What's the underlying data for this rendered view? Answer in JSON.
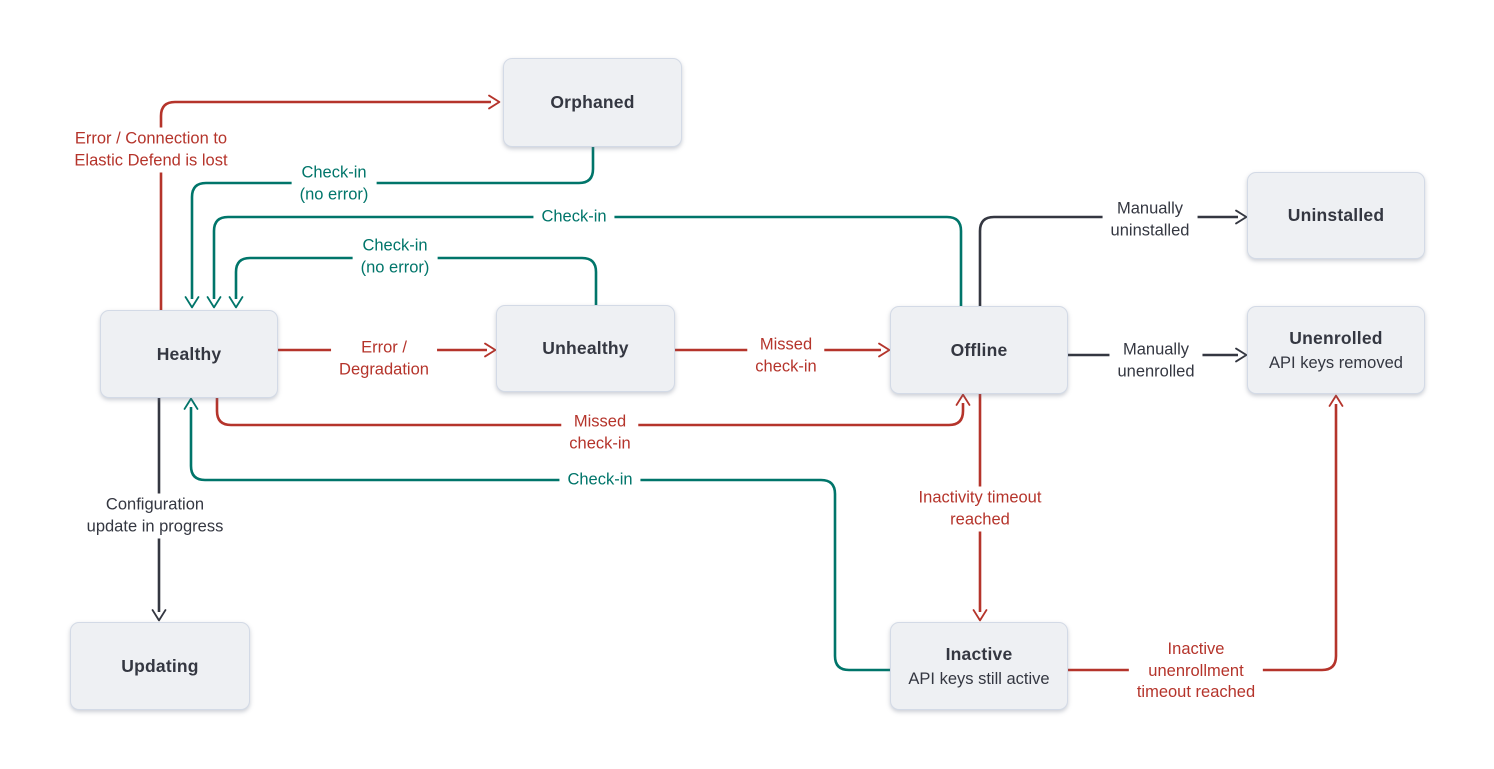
{
  "diagram": {
    "kind": "state-transition-diagram",
    "subject": "agent lifecycle states"
  },
  "colors": {
    "error": "#b5342b",
    "success": "#00756a",
    "neutral": "#343741",
    "node_fill": "#eef0f3",
    "node_border": "#d3dae6",
    "node_text": "#343741",
    "background": "#ffffff"
  },
  "nodes": {
    "orphaned": {
      "label": "Orphaned"
    },
    "uninstalled": {
      "label": "Uninstalled"
    },
    "healthy": {
      "label": "Healthy"
    },
    "unhealthy": {
      "label": "Unhealthy"
    },
    "offline": {
      "label": "Offline"
    },
    "unenrolled": {
      "label": "Unenrolled",
      "sublabel": "API keys removed"
    },
    "updating": {
      "label": "Updating"
    },
    "inactive": {
      "label": "Inactive",
      "sublabel": "API keys still active"
    }
  },
  "edges": {
    "healthy_to_orphaned": {
      "label": "Error / Connection to\nElastic Defend is lost",
      "type": "error"
    },
    "orphaned_to_healthy": {
      "label": "Check-in\n(no error)",
      "type": "success"
    },
    "offline_to_healthy": {
      "label": "Check-in",
      "type": "success"
    },
    "unhealthy_to_healthy": {
      "label": "Check-in\n(no error)",
      "type": "success"
    },
    "healthy_to_unhealthy": {
      "label": "Error /\nDegradation",
      "type": "error"
    },
    "unhealthy_to_offline": {
      "label": "Missed\ncheck-in",
      "type": "error"
    },
    "offline_to_uninstalled": {
      "label": "Manually\nuninstalled",
      "type": "neutral"
    },
    "offline_to_unenrolled": {
      "label": "Manually\nunenrolled",
      "type": "neutral"
    },
    "healthy_to_offline": {
      "label": "Missed\ncheck-in",
      "type": "error"
    },
    "inactive_to_healthy": {
      "label": "Check-in",
      "type": "success"
    },
    "healthy_to_updating": {
      "label": "Configuration\nupdate in progress",
      "type": "neutral"
    },
    "offline_to_inactive": {
      "label": "Inactivity timeout\nreached",
      "type": "error"
    },
    "inactive_to_unenrolled": {
      "label": "Inactive\nunenrollment\ntimeout reached",
      "type": "error"
    }
  }
}
